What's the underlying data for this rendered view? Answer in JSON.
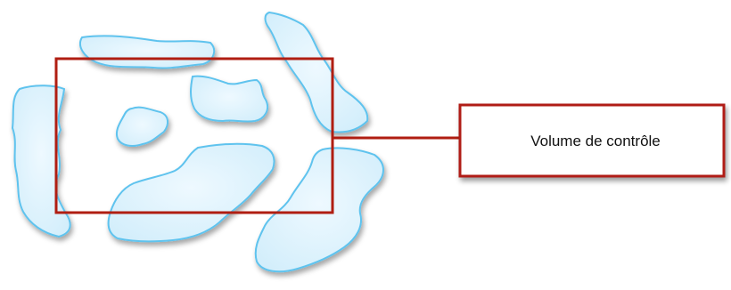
{
  "diagram": {
    "callout_label": "Volume de contrôle",
    "colors": {
      "blob_fill": "#d3eefb",
      "blob_fill_light": "#eef9ff",
      "blob_stroke": "#5fc3ee",
      "control_volume": "#b01e12",
      "callout_border": "#b01e12",
      "callout_bg": "#ffffff"
    },
    "regions": [
      "region-left",
      "region-top",
      "region-top-right",
      "region-mid",
      "region-small",
      "region-bottom",
      "region-bottom-right"
    ]
  }
}
